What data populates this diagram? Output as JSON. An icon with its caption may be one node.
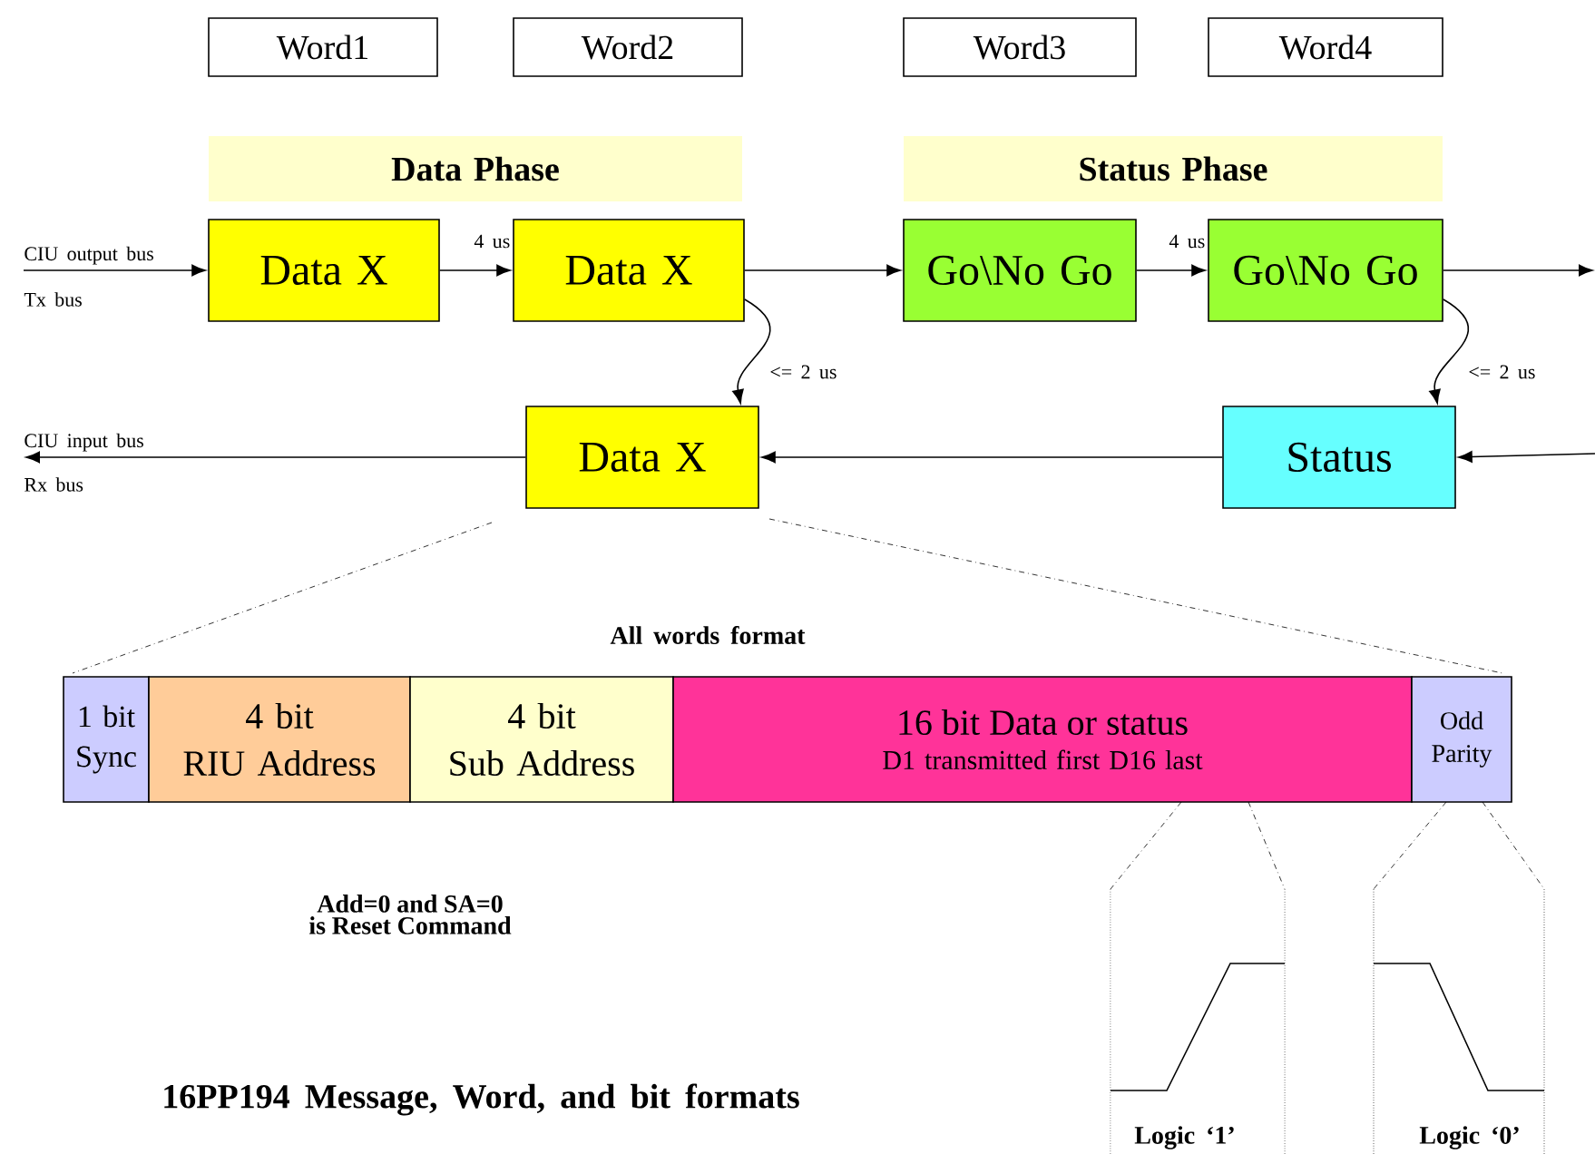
{
  "diagram": {
    "nodes": [
      {
        "text": [
          "Word1"
        ]
      },
      {
        "text": [
          "Word2"
        ]
      },
      {
        "text": [
          "Word3"
        ]
      },
      {
        "text": [
          "Word4"
        ]
      },
      {
        "text": [
          "Data Phase"
        ]
      },
      {
        "text": [
          "Status Phase"
        ]
      },
      {
        "text": [
          "Data X"
        ]
      },
      {
        "text": [
          "Data X"
        ]
      },
      {
        "text": [
          "Go\\No Go"
        ]
      },
      {
        "text": [
          "Go\\No Go"
        ]
      },
      {
        "text": [
          "Data X"
        ]
      },
      {
        "text": [
          "Status"
        ]
      },
      {
        "text": [
          "1 bit Sync"
        ]
      },
      {
        "text": [
          "4 bit",
          "RIU Address"
        ]
      },
      {
        "text": [
          "4 bit",
          "Sub Address"
        ]
      },
      {
        "text": [
          "16 bit Data or status",
          "D1 transmitted first D16 last"
        ]
      },
      {
        "text": [
          "Odd Parity"
        ]
      },
      {
        "text": [
          "CIU output bus"
        ],
        "beside": [
          "Tx bus"
        ]
      },
      {
        "text": [
          "CIU input bus"
        ],
        "beside": [
          "Rx bus"
        ]
      }
    ],
    "edges": [
      {
        "from": 17,
        "to": 6,
        "arrow": "to"
      },
      {
        "from": 6,
        "to": 7,
        "arrow": "to",
        "label": "4 us"
      },
      {
        "from": 7,
        "to": 8,
        "arrow": "to"
      },
      {
        "from": 8,
        "to": 9,
        "arrow": "to",
        "label": "4 us"
      },
      {
        "from": 9,
        "to": null,
        "arrow": "to"
      },
      {
        "from": 7,
        "to": 10,
        "arrow": "to",
        "label": "<= 2 us"
      },
      {
        "from": 9,
        "to": 11,
        "arrow": "to",
        "label": "<= 2 us"
      },
      {
        "from": null,
        "to": 11,
        "arrow": "to"
      },
      {
        "from": 11,
        "to": 10,
        "arrow": "to"
      },
      {
        "from": 10,
        "to": 18,
        "arrow": "to"
      }
    ],
    "labels": [
      "All words format",
      "Add=0 and SA=0 is Reset Command",
      "16PP194 Message, Word, and bit formats",
      "Logic ‘1’",
      "Logic ‘0’"
    ]
  }
}
